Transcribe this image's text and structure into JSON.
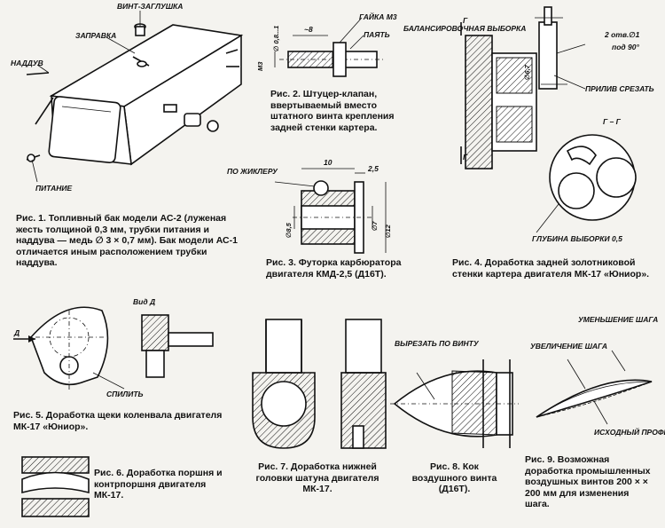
{
  "fig1": {
    "labels": {
      "plug": "ВИНТ-ЗАГЛУШКА",
      "fill": "ЗАПРАВКА",
      "pressure": "НАДДУВ",
      "feed": "ПИТАНИЕ"
    },
    "caption": "Рис. 1. Топливный бак модели АС-2 (луженая жесть толщиной 0,3 мм, трубки питания и наддува — медь ∅ 3 × 0,7 мм). Бак модели АС-1 отличается иным расположением трубки наддува."
  },
  "fig2": {
    "labels": {
      "nut": "ГАЙКА М3",
      "solder": "ПАЯТЬ",
      "thread": "М3",
      "hole": "∅ 0,8...1",
      "len": "~8"
    },
    "caption": "Рис. 2. Штуцер-клапан, ввертываемый вместо штатного винта крепления задней стенки картера."
  },
  "fig3": {
    "labels": {
      "jet": "ПО ЖИКЛЕРУ",
      "d1": "10",
      "d2": "2,5",
      "d3": "∅8,5",
      "d4": "∅7",
      "d5": "∅12"
    },
    "caption": "Рис. 3. Футорка карбюратора двигателя КМД-2,5 (Д16Т)."
  },
  "fig4": {
    "labels": {
      "section": "Г",
      "balance": "БАЛАНСИРОВОЧНАЯ ВЫБОРКА",
      "holes": "2 отв.∅1",
      "angle": "под 90°",
      "boss": "ПРИЛИВ СРЕЗАТЬ",
      "dia": "∅6,7",
      "gg": "Г – Г",
      "depth": "ГЛУБИНА ВЫБОРКИ 0,5"
    },
    "caption": "Рис. 4. Доработка задней золотниковой стенки картера двигателя МК-17 «Юниор»."
  },
  "fig5": {
    "labels": {
      "view": "Вид Д",
      "arrow": "Д",
      "grind": "СПИЛИТЬ"
    },
    "caption": "Рис. 5. Доработка щеки коленвала двигателя МК-17 «Юниор»."
  },
  "fig6": {
    "caption": "Рис. 6. Доработка поршня и контрпоршня двигателя МК-17."
  },
  "fig7": {
    "caption": "Рис. 7. Доработка нижней головки шатуна двигателя МК-17."
  },
  "fig8": {
    "labels": {
      "cut": "ВЫРЕЗАТЬ ПО ВИНТУ"
    },
    "caption": "Рис. 8. Кок воздушного винта (Д16Т)."
  },
  "fig9": {
    "labels": {
      "decrease": "УМЕНЬШЕНИЕ ШАГА",
      "increase": "УВЕЛИЧЕНИЕ ШАГА",
      "base": "ИСХОДНЫЙ ПРОФИЛЬ"
    },
    "caption": "Рис. 9. Возможная доработка промышленных воздушных винтов 200 × × 200 мм для изменения шага."
  }
}
